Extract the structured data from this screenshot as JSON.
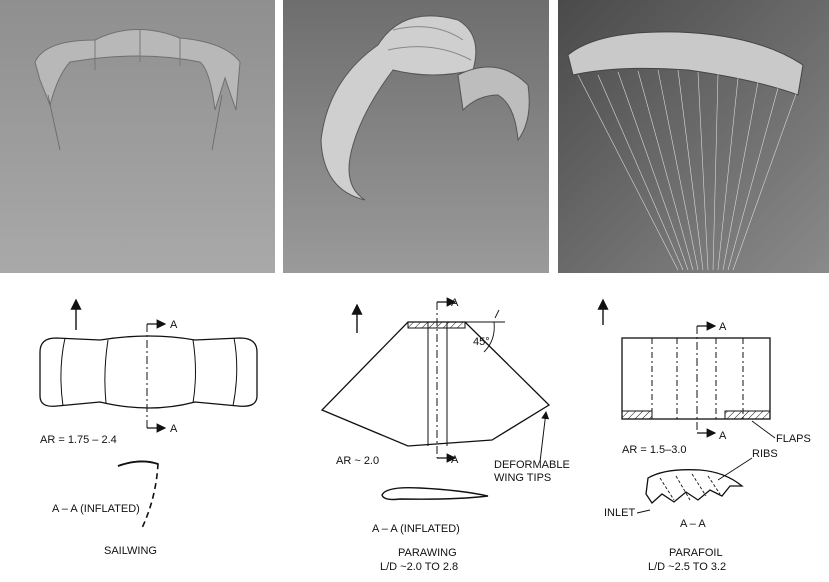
{
  "photos": [
    {
      "subject": "sailwing-photo"
    },
    {
      "subject": "parawing-photo"
    },
    {
      "subject": "parafoil-photo"
    }
  ],
  "sailwing": {
    "section_marker": "A",
    "section_marker_bottom": "A",
    "aspect_ratio": "AR = 1.75 – 2.4",
    "section_label": "A – A (INFLATED)",
    "name": "SAILWING"
  },
  "parawing": {
    "section_marker": "A",
    "section_marker_bottom": "A",
    "angle": "45°",
    "aspect_ratio": "AR ~ 2.0",
    "tips_label_1": "DEFORMABLE",
    "tips_label_2": "WING TIPS",
    "section_label": "A – A (INFLATED)",
    "name": "PARAWING",
    "ld": "L/D ~2.0 TO 2.8"
  },
  "parafoil": {
    "section_marker": "A",
    "section_marker_bottom": "A",
    "aspect_ratio": "AR = 1.5–3.0",
    "flaps_label": "FLAPS",
    "ribs_label": "RIBS",
    "inlet_label": "INLET",
    "section_label": "A – A",
    "name": "PARAFOIL",
    "ld": "L/D ~2.5 TO 3.2"
  }
}
